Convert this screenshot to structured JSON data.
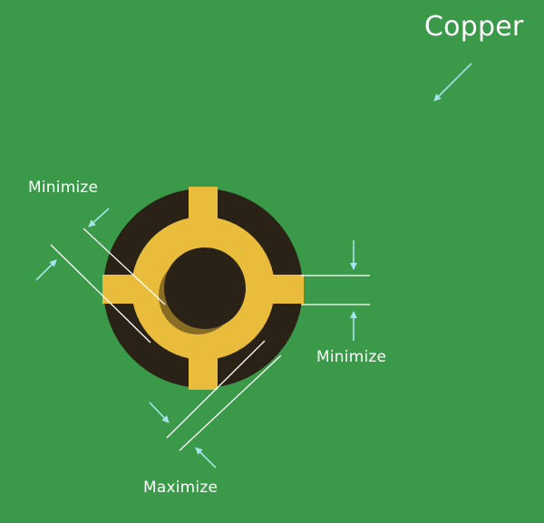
{
  "labels": {
    "copper": "Copper",
    "minimize_left": "Minimize",
    "minimize_right": "Minimize",
    "maximize": "Maximize"
  },
  "colors": {
    "background": "#3a9a49",
    "copper_pad": "#e9bd3b",
    "clearance": "#2a2216",
    "annotation": "#a8e3ec",
    "text": "#ffffff"
  }
}
